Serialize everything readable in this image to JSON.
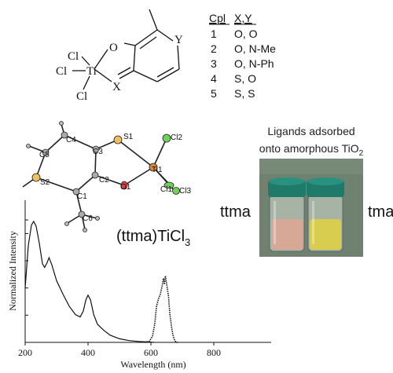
{
  "structure": {
    "ti": "Ti",
    "cl_top": "Cl",
    "cl_mid": "Cl",
    "cl_bot": "Cl",
    "o": "O",
    "x": "X",
    "y": "Y"
  },
  "table": {
    "header_cpl": "Cpl",
    "header_xy": "X,Y",
    "rows": [
      {
        "cpl": "1",
        "xy": "O, O"
      },
      {
        "cpl": "2",
        "xy": "O, N-Me"
      },
      {
        "cpl": "3",
        "xy": "O, N-Ph"
      },
      {
        "cpl": "4",
        "xy": "S, O"
      },
      {
        "cpl": "5",
        "xy": "S, S"
      }
    ]
  },
  "crystal": {
    "atoms": {
      "c4": "C4",
      "c3": "C3",
      "s1": "S1",
      "cl2": "Cl2",
      "c5": "C5",
      "ti1": "Ti1",
      "c2": "C2",
      "o1": "O1",
      "cl1": "Cl1",
      "cl3": "Cl3",
      "s2": "S2",
      "c1": "C1",
      "c6": "C6"
    },
    "compound_prefix": "(ttma)TiCl",
    "compound_sub": "3"
  },
  "photo": {
    "caption_line1": "Ligands adsorbed",
    "caption_line2_prefix": "onto amorphous TiO",
    "caption_line2_sub": "2",
    "left_label": "ttma",
    "right_label": "tma",
    "colors": {
      "background": "#6f8270",
      "cap": "#1f7a6a",
      "left_powder": "#d7a896",
      "right_powder": "#d8cd4e"
    }
  },
  "chart_data": {
    "type": "line",
    "xlabel": "Wavelength (nm)",
    "ylabel": "Normalized Intensity",
    "xlim": [
      200,
      900
    ],
    "xticks": [
      200,
      400,
      600,
      800
    ],
    "grid": false,
    "series": [
      {
        "style": "solid",
        "x": [
          200,
          210,
          220,
          227,
          235,
          245,
          255,
          262,
          270,
          276,
          285,
          300,
          320,
          340,
          360,
          375,
          385,
          393,
          400,
          408,
          418,
          430,
          450,
          470,
          500,
          530,
          560,
          590,
          610
        ],
        "y": [
          0.45,
          0.8,
          0.97,
          1.0,
          0.96,
          0.82,
          0.65,
          0.62,
          0.66,
          0.7,
          0.64,
          0.51,
          0.4,
          0.3,
          0.23,
          0.21,
          0.26,
          0.35,
          0.39,
          0.35,
          0.23,
          0.15,
          0.1,
          0.06,
          0.03,
          0.015,
          0.008,
          0.003,
          0.0
        ]
      },
      {
        "style": "dotted",
        "x": [
          580,
          595,
          605,
          612,
          618,
          624,
          630,
          636,
          640,
          643,
          646,
          649,
          652,
          656,
          660,
          665,
          670,
          675,
          680,
          685
        ],
        "y": [
          0.0,
          0.01,
          0.05,
          0.15,
          0.3,
          0.36,
          0.4,
          0.47,
          0.53,
          0.48,
          0.55,
          0.5,
          0.45,
          0.38,
          0.24,
          0.14,
          0.06,
          0.02,
          0.0,
          0.0
        ]
      }
    ]
  }
}
